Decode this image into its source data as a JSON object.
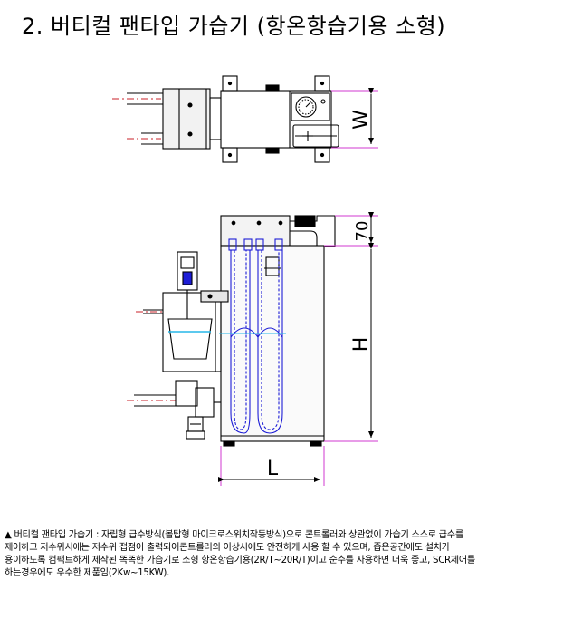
{
  "title": "2. 버티컬 팬타입 가습기 (항온항습기용 소형)",
  "dimensions": {
    "width": "W",
    "top_height": "70",
    "height": "H",
    "length": "L"
  },
  "caption": {
    "line1": "▲ 버티컬 팬타입 가습기 : 자립형 급수방식(볼탑형 마이크로스위치작동방식)으로 콘트롤러와 상관없이 가습기 스스로 급수를",
    "line2": "제어하고 저수위시에는 저수위 접점이 출력되어콘트롤러의 이상시에도 안전하게 사용 할 수 있으며,  좁은공간에도 설치가",
    "line3": "용이하도록 컴팩트하게  제작된 똑똑한 가습기로 소형 항온항습기용(2R/T~20R/T)이고 순수를 사용하면 더욱 좋고, SCR제어를",
    "line4": "하는경우에도 우수한 제품임(2Kw~15KW)."
  },
  "colors": {
    "line": "#000000",
    "pipe": "#c8202a",
    "dimension": "#d23ad2",
    "element": "#1d1dd6",
    "water": "#27b7e8",
    "fill": "#e6e6e6"
  }
}
